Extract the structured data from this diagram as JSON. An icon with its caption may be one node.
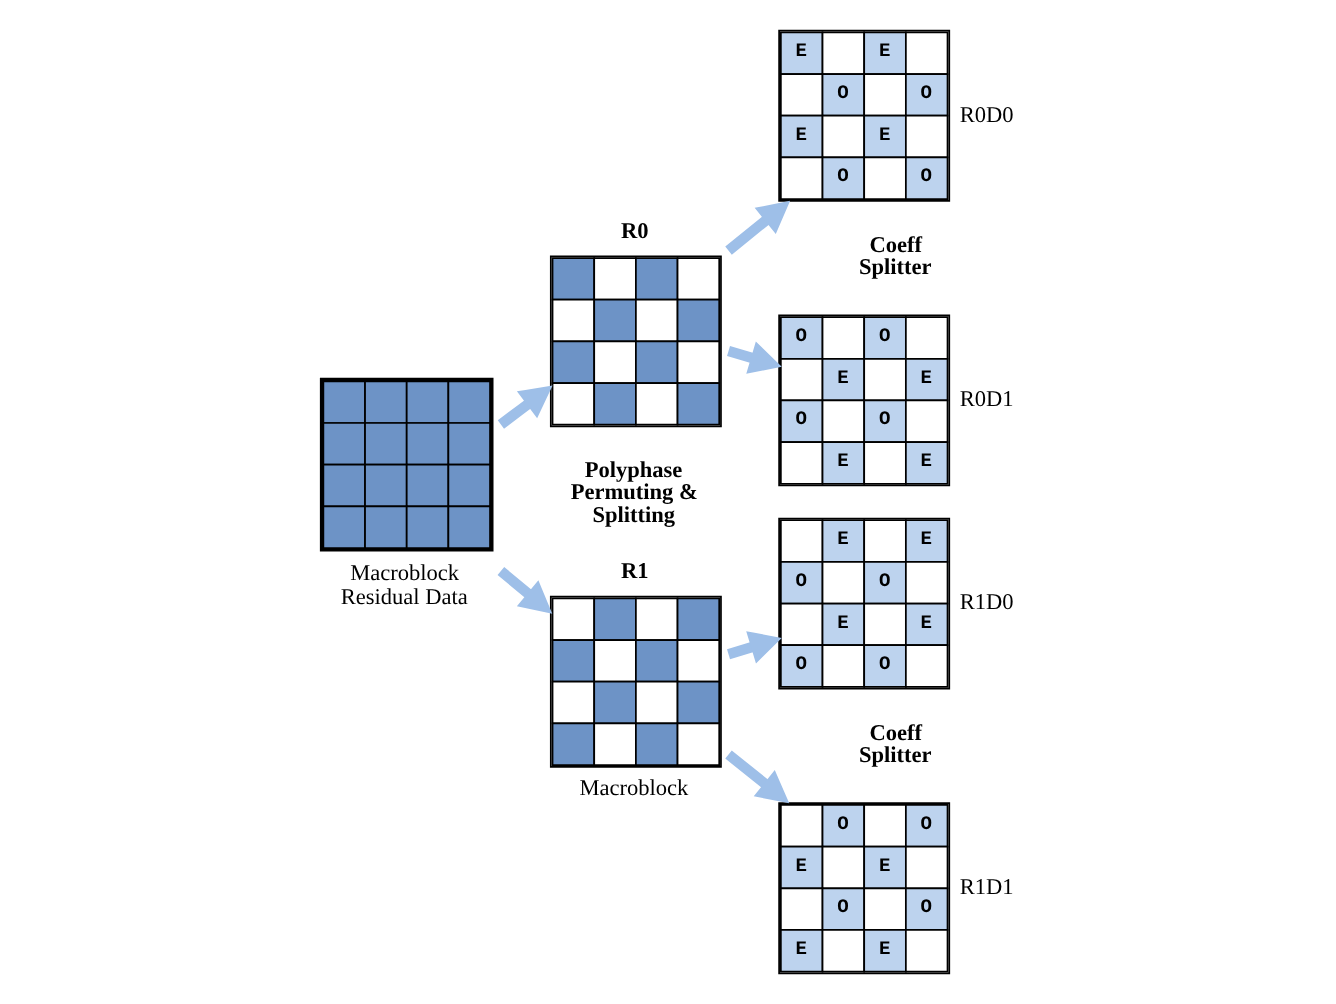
{
  "diagram": {
    "nodes": [
      {
        "text": [],
        "shape": "box",
        "beside": [
          "Macroblock Residual Data"
        ]
      },
      {
        "text": [
          "R0"
        ]
      },
      {
        "text": [
          "R1"
        ],
        "beside": [
          "Macroblock"
        ]
      },
      {
        "text": [
          "E",
          "E",
          "O",
          "O",
          "E",
          "E",
          "O",
          "O"
        ],
        "beside": [
          "R0D0"
        ]
      },
      {
        "text": [
          "O",
          "O",
          "E",
          "E",
          "O",
          "O",
          "E",
          "E"
        ],
        "beside": [
          "R0D1"
        ]
      },
      {
        "text": [
          "E",
          "E",
          "O",
          "O",
          "E",
          "E",
          "O",
          "O"
        ],
        "beside": [
          "R1D0"
        ]
      },
      {
        "text": [
          "O",
          "O",
          "E",
          "E",
          "O",
          "O",
          "E",
          "E"
        ],
        "beside": [
          "R1D1"
        ]
      }
    ],
    "edges": [
      {
        "from": 0,
        "to": 1,
        "arrow": "to"
      },
      {
        "from": 0,
        "to": 2,
        "arrow": "to"
      },
      {
        "from": 1,
        "to": 3,
        "arrow": "to"
      },
      {
        "from": 1,
        "to": 4,
        "arrow": "to"
      },
      {
        "from": 2,
        "to": 5,
        "arrow": "to"
      },
      {
        "from": 2,
        "to": 6,
        "arrow": "to"
      }
    ],
    "labels": [
      "Polyphase Permuting & Splitting",
      "Coeff Splitter",
      "Coeff Splitter"
    ]
  }
}
